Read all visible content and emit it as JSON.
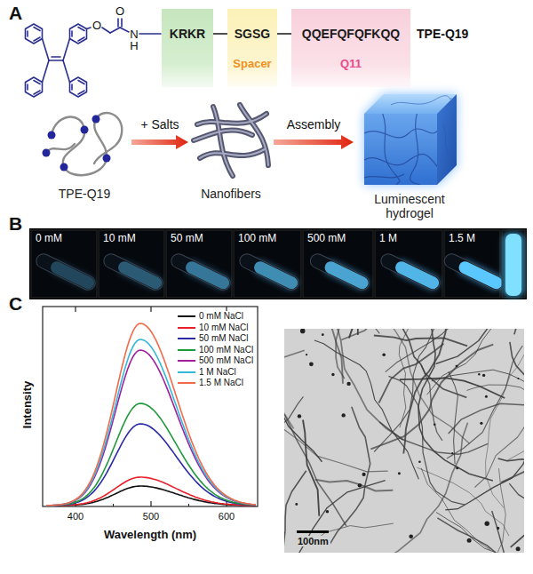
{
  "diagram": {
    "nodes": [
      {
        "text": [
          "KRKR"
        ]
      },
      {
        "text": [
          "SGSG",
          "Spacer"
        ]
      },
      {
        "text": [
          "QQEFQFQFKQQ",
          "Q11"
        ]
      },
      {
        "text": [
          "TPE-Q19"
        ]
      },
      {
        "text": [
          "Nanofibers"
        ]
      },
      {
        "text": [
          "Luminescent hydrogel"
        ]
      }
    ],
    "edges": [
      {
        "from": 0,
        "to": 1,
        "arrow": "none"
      },
      {
        "from": 1,
        "to": 2,
        "arrow": "none"
      },
      {
        "from": 3,
        "to": 4,
        "label": "+ Salts",
        "arrow": "to"
      },
      {
        "from": 4,
        "to": 5,
        "label": "Assembly",
        "arrow": "to"
      }
    ],
    "labels": [
      "A",
      "O",
      "O",
      "N",
      "H",
      "TPE-Q19",
      "B",
      "0 mM",
      "10 mM",
      "50 mM",
      "100 mM",
      "500 mM",
      "1 M",
      "1.5 M",
      "C",
      "Intensity",
      "400",
      "500",
      "600",
      "Wavelength (nm)",
      "100nm"
    ],
    "legend": [
      {
        "text": "0 mM NaCl"
      },
      {
        "text": "10 mM NaCl"
      },
      {
        "text": "50 mM NaCl"
      },
      {
        "text": "100 mM NaCl"
      },
      {
        "text": "500 mM NaCl"
      },
      {
        "text": "1 M NaCl"
      },
      {
        "text": "1.5 M NaCl"
      }
    ]
  }
}
